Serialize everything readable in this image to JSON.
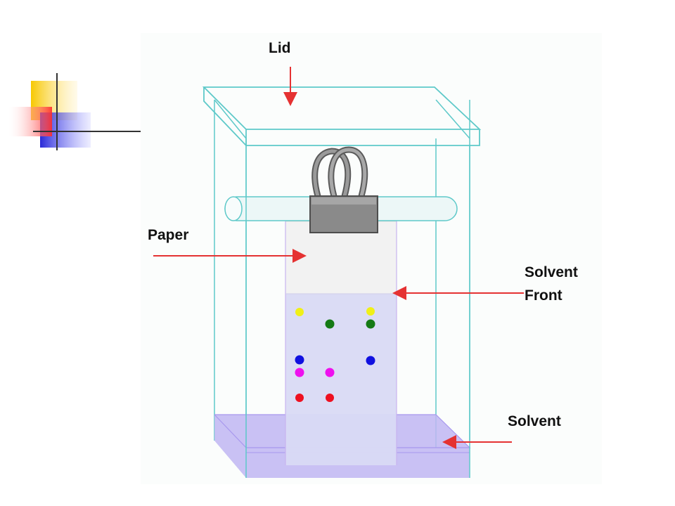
{
  "slide": {
    "accent_colors": {
      "yellow": "#f7c800",
      "red": "#ff2a2a",
      "blue": "#2a2ad8",
      "line": "#333333"
    }
  },
  "diagram": {
    "labels": {
      "lid": "Lid",
      "paper": "Paper",
      "solvent_front_line1": "Solvent",
      "solvent_front_line2": "Front",
      "solvent": "Solvent"
    },
    "colors": {
      "tank_outline": "#5ec9c9",
      "solvent": "#bfb6f2",
      "wet_paper": "#d9daf4",
      "dry_paper": "#f2f2f2",
      "arrow": "#e53232",
      "clip": "#8a8a8a"
    },
    "spot_colors": {
      "yellow": "#f0f018",
      "green": "#157a15",
      "blue": "#1010e0",
      "magenta": "#ee10ee",
      "red": "#ee1020"
    },
    "icons": [
      "binder-clip-icon",
      "rod-icon"
    ]
  }
}
